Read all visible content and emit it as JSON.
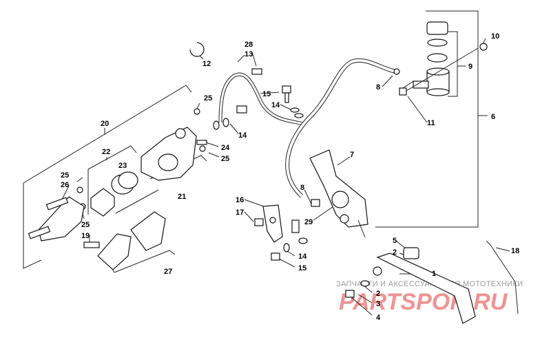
{
  "diagram": {
    "labels": {
      "l1": "1",
      "l2a": "2",
      "l2b": "2",
      "l3": "3",
      "l4": "4",
      "l5": "5",
      "l6": "6",
      "l7": "7",
      "l8a": "8",
      "l8b": "8",
      "l9": "9",
      "l10": "10",
      "l11": "11",
      "l12": "12",
      "l13": "13",
      "l14a": "14",
      "l14b": "14",
      "l14c": "14",
      "l15a": "15",
      "l15b": "15",
      "l16": "16",
      "l17": "17",
      "l18": "18",
      "l19": "19",
      "l20": "20",
      "l21": "21",
      "l22": "22",
      "l23": "23",
      "l24": "24",
      "l25a": "25",
      "l25b": "25",
      "l25c": "25",
      "l25d": "25",
      "l26": "26",
      "l27": "27",
      "l28": "28",
      "l29": "29"
    },
    "watermark": {
      "tagline": "ЗАПЧАСТИ И АКСЕССУАРЫ ДЛЯ МОТОТЕХНИКИ",
      "logo": "PARTSPOR.RU"
    }
  }
}
